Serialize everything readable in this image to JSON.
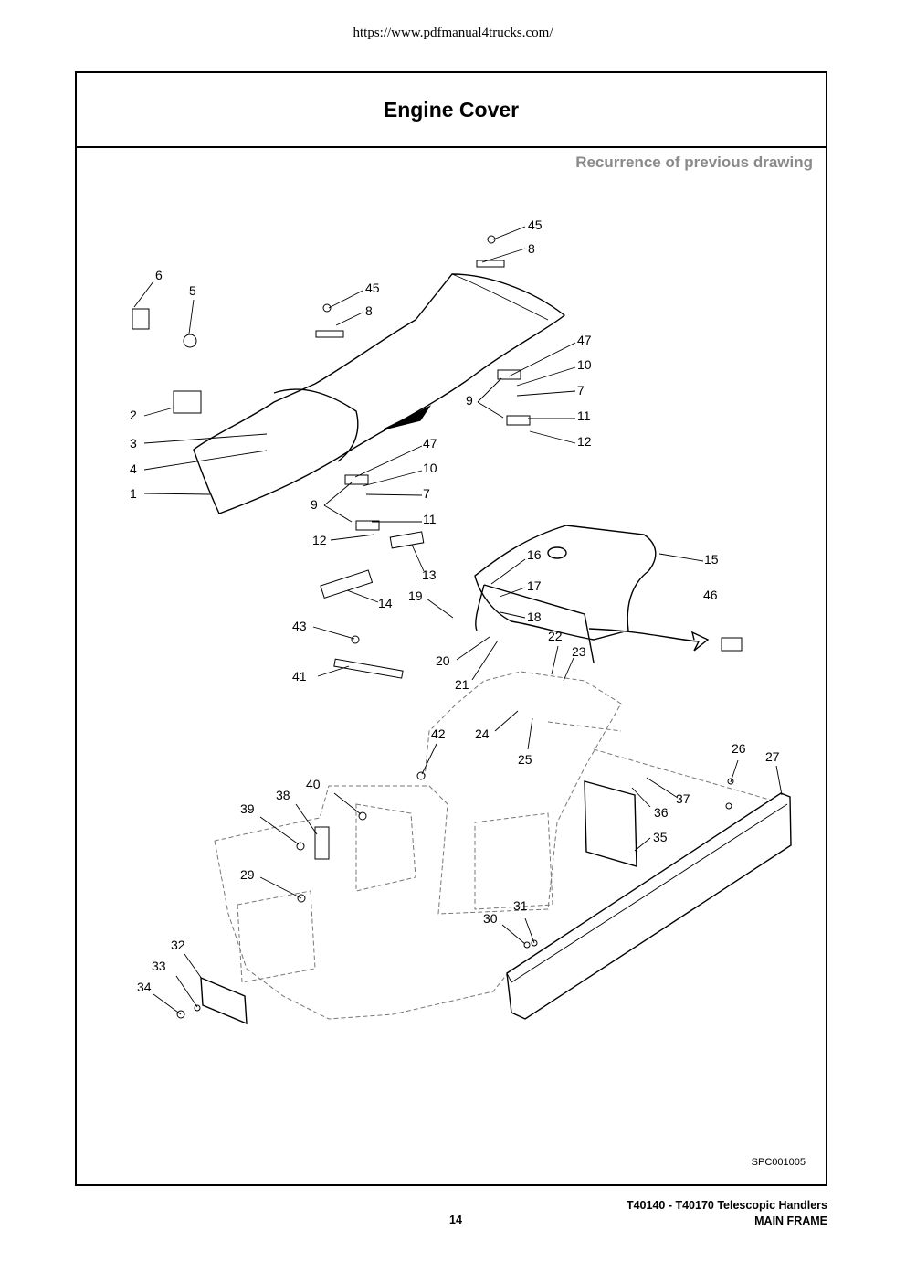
{
  "header": {
    "url": "https://www.pdfmanual4trucks.com/"
  },
  "page": {
    "title": "Engine Cover",
    "note": "Recurrence of previous drawing",
    "drawing_code": "SPC001005"
  },
  "footer": {
    "manual_title": "T40140 - T40170 Telescopic Handlers",
    "section": "MAIN FRAME",
    "page_number": "14"
  },
  "callouts": [
    "45",
    "8",
    "6",
    "5",
    "45",
    "8",
    "47",
    "10",
    "7",
    "9",
    "11",
    "12",
    "2",
    "3",
    "4",
    "1",
    "47",
    "10",
    "9",
    "7",
    "11",
    "12",
    "13",
    "14",
    "16",
    "15",
    "17",
    "46",
    "19",
    "18",
    "43",
    "22",
    "23",
    "41",
    "20",
    "21",
    "42",
    "24",
    "25",
    "26",
    "27",
    "40",
    "38",
    "36",
    "37",
    "39",
    "35",
    "29",
    "31",
    "30",
    "32",
    "33",
    "34"
  ]
}
